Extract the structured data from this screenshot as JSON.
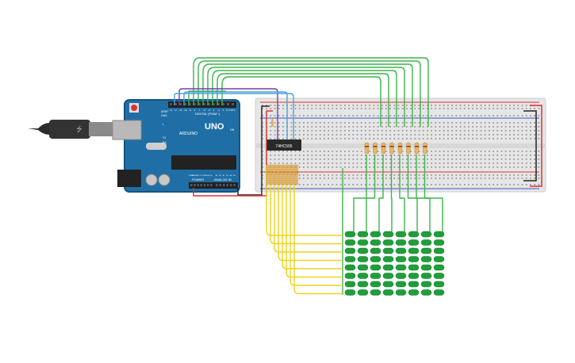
{
  "arduino": {
    "logo": "UNO",
    "brand": "ARDUINO",
    "digital_header": "DIGITAL (PWM~)",
    "power_header": "POWER",
    "analog_header": "ANALOG IN",
    "aref": "AREF",
    "gnd": "GND",
    "tx": "TX",
    "rx": "RX",
    "l": "L",
    "on": "ON",
    "digital_pins": [
      "13",
      "12",
      "~11",
      "~10",
      "~9",
      "8",
      "7",
      "~6",
      "~5",
      "4",
      "~3",
      "2",
      "TX 1",
      "RX 0"
    ],
    "analog_pins": [
      "A0",
      "A1",
      "A2",
      "A3",
      "A4",
      "A5"
    ],
    "power_pins": [
      "IOREF",
      "RESET",
      "3.3V",
      "5V",
      "GND",
      "GND",
      "Vin"
    ]
  },
  "ic": {
    "label": "74HC595"
  },
  "colors": {
    "board": "#1f6fa6",
    "board_dark": "#16557f",
    "breadboard": "#e6e6e6",
    "green_wire": "#3cb44b",
    "yellow_wire": "#f0d21a",
    "purple_wire": "#7a3fa0",
    "blue_wire": "#4aa3df",
    "red_rail": "#e03030",
    "blue_rail": "#3a56c8",
    "led": "#1f9e3a",
    "resistor": "#e7b46a",
    "usb": "#444444"
  },
  "led_matrix": {
    "rows": 8,
    "cols": 8
  }
}
